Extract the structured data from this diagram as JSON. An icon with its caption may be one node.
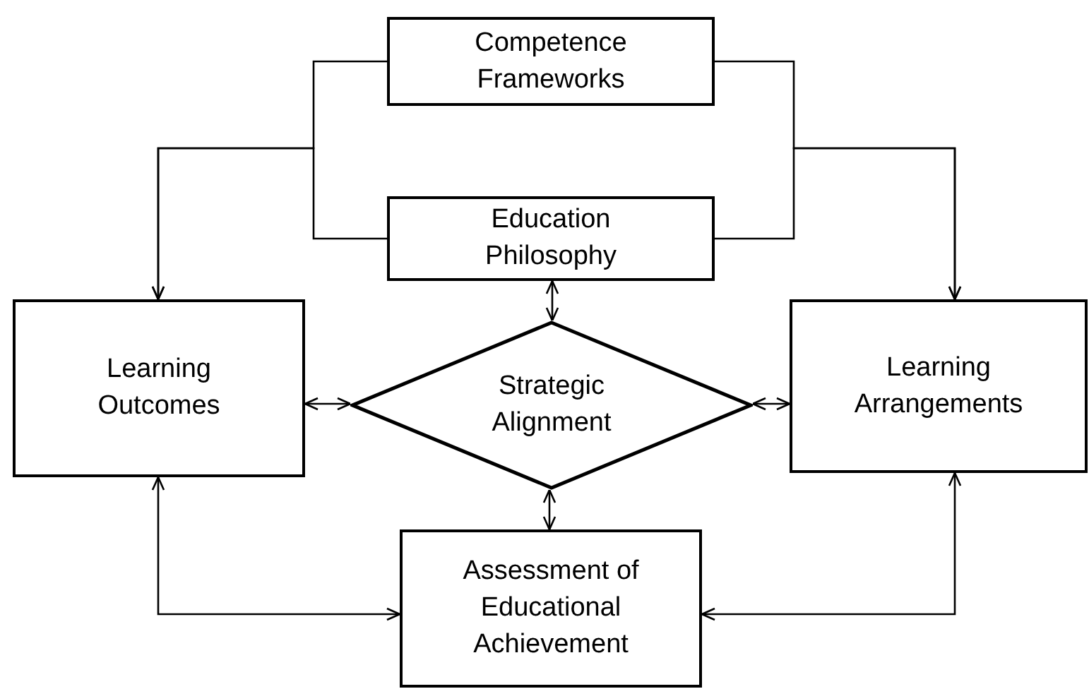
{
  "diagram": {
    "nodes": [
      {
        "text": [
          "Competence Frameworks"
        ]
      },
      {
        "text": [
          "Education Philosophy"
        ]
      },
      {
        "text": [
          "Learning Outcomes"
        ]
      },
      {
        "text": [
          "Strategic Alignment"
        ]
      },
      {
        "text": [
          "Learning Arrangements"
        ]
      },
      {
        "text": [
          "Assessment of Educational Achievement"
        ]
      }
    ],
    "edges": [
      {
        "from": 0,
        "to": 2,
        "arrow": "to"
      },
      {
        "from": 1,
        "to": 2,
        "arrow": "to"
      },
      {
        "from": 0,
        "to": 4,
        "arrow": "to"
      },
      {
        "from": 1,
        "to": 4,
        "arrow": "to"
      },
      {
        "from": 1,
        "to": 3,
        "arrow": "both"
      },
      {
        "from": 2,
        "to": 3,
        "arrow": "both"
      },
      {
        "from": 3,
        "to": 4,
        "arrow": "both"
      },
      {
        "from": 3,
        "to": 5,
        "arrow": "both"
      },
      {
        "from": 2,
        "to": 5,
        "arrow": "both"
      },
      {
        "from": 4,
        "to": 5,
        "arrow": "both"
      }
    ]
  }
}
